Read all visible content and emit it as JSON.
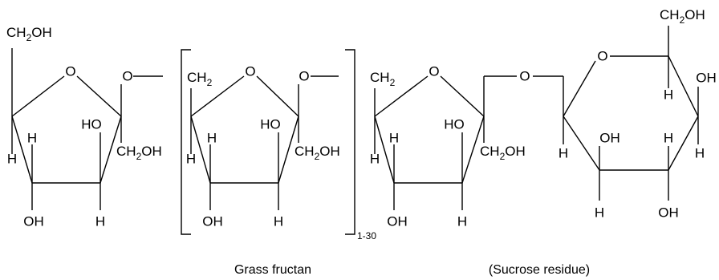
{
  "labels": {
    "ch2oh": "CH2OH",
    "ch2": "CH2",
    "ch2oh_parts": {
      "a": "CH",
      "sub": "2",
      "b": "OH"
    },
    "ch2_parts": {
      "a": "CH",
      "sub": "2"
    },
    "o": "O",
    "oh": "OH",
    "ho": "HO",
    "h": "H"
  },
  "repeat_label": "1-30",
  "captions": {
    "grass_fructan": "Grass fructan",
    "sucrose_residue": "(Sucrose residue)"
  }
}
